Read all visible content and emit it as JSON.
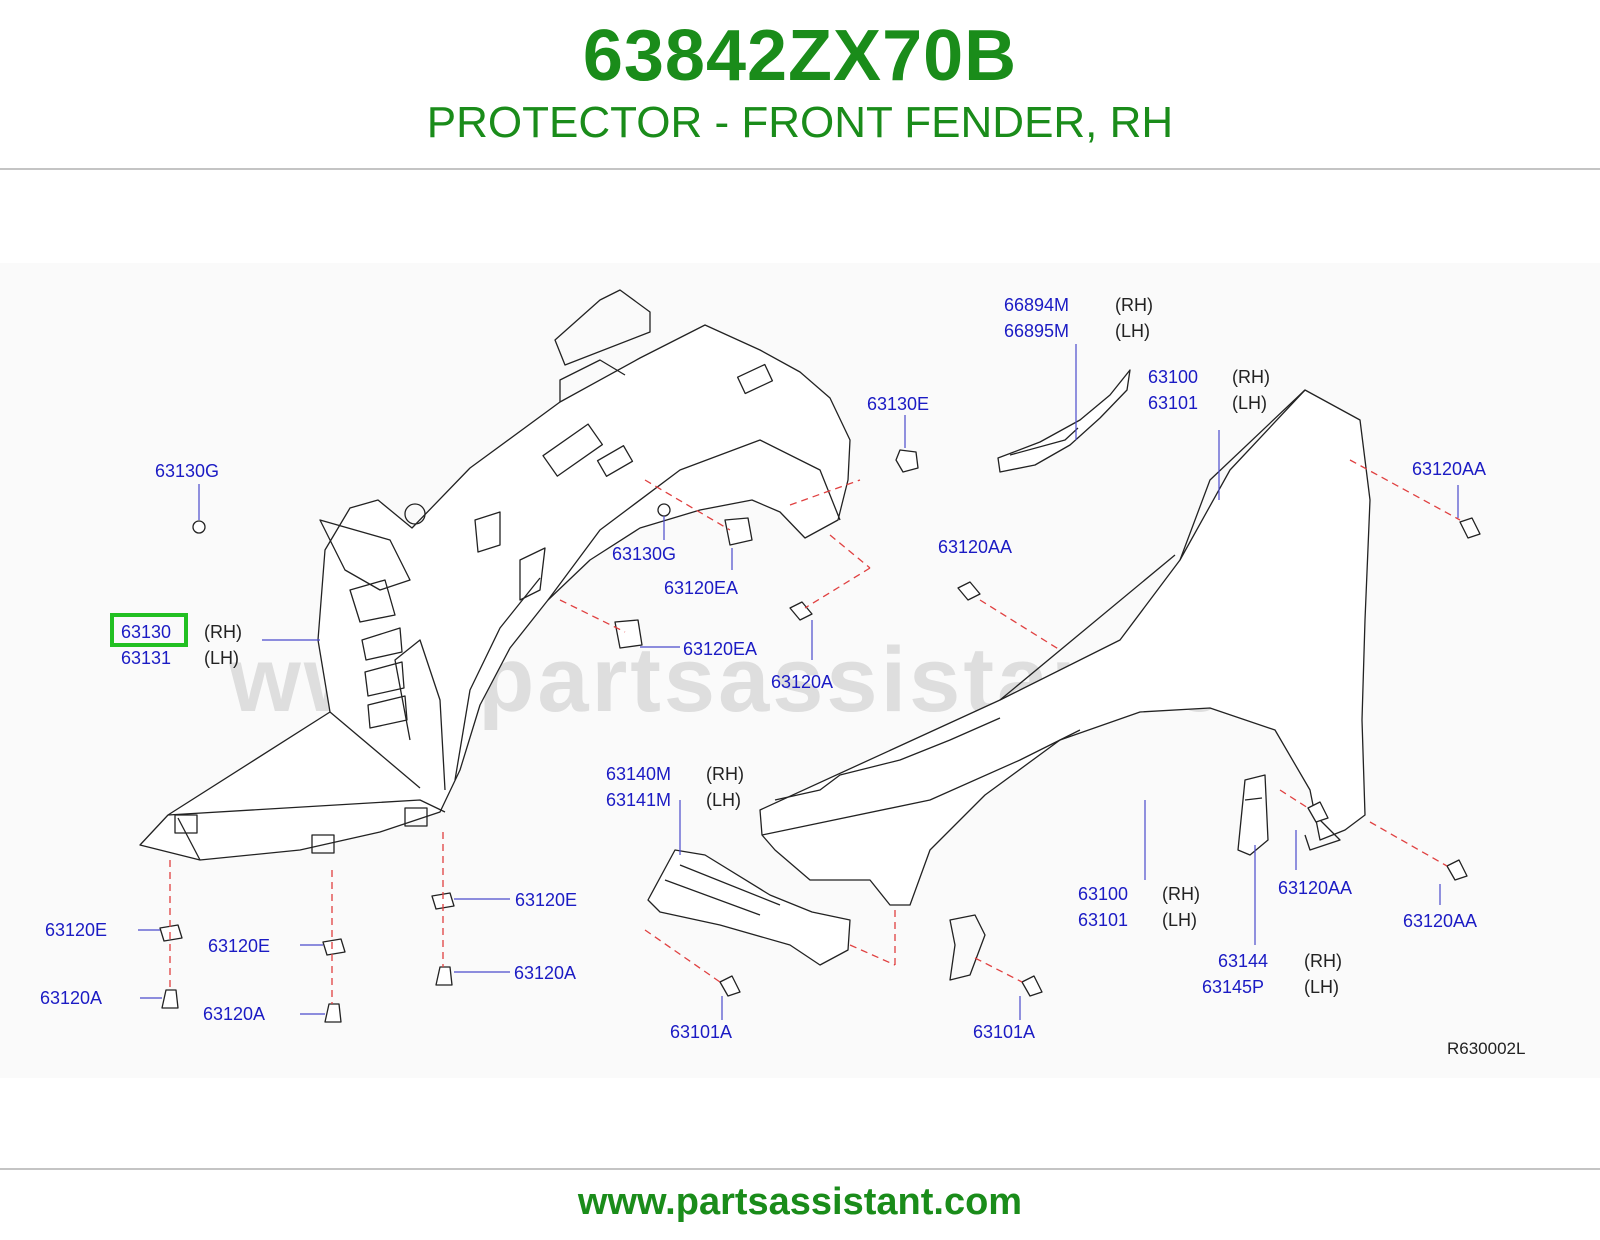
{
  "header": {
    "part_number": "63842ZX70B",
    "part_name": "PROTECTOR - FRONT FENDER, RH"
  },
  "diagram": {
    "watermark": "www.partsassistant.com",
    "reference_code": "R630002L",
    "highlighted_part": "63130",
    "labels": {
      "p66894M": "66894M",
      "p66894M_side": "(RH)",
      "p66895M": "66895M",
      "p66895M_side": "(LH)",
      "p63100_top": "63100",
      "p63100_top_side": "(RH)",
      "p63101_top": "63101",
      "p63101_top_side": "(LH)",
      "p63130E": "63130E",
      "p63130G_left": "63130G",
      "p63130G_mid": "63130G",
      "p63120EA_1": "63120EA",
      "p63120EA_2": "63120EA",
      "p63120AA_1": "63120AA",
      "p63120AA_2": "63120AA",
      "p63120AA_3": "63120AA",
      "p63120AA_4": "63120AA",
      "p63130": "63130",
      "p63130_side": "(RH)",
      "p63131": "63131",
      "p63131_side": "(LH)",
      "p63120A_mid": "63120A",
      "p63140M": "63140M",
      "p63140M_side": "(RH)",
      "p63141M": "63141M",
      "p63141M_side": "(LH)",
      "p63100_bot": "63100",
      "p63100_bot_side": "(RH)",
      "p63101_bot": "63101",
      "p63101_bot_side": "(LH)",
      "p63144": "63144",
      "p63144_side": "(RH)",
      "p63145P": "63145P",
      "p63145P_side": "(LH)",
      "p63120E_1": "63120E",
      "p63120E_2": "63120E",
      "p63120E_3": "63120E",
      "p63120A_1": "63120A",
      "p63120A_2": "63120A",
      "p63120A_3": "63120A",
      "p63101A_1": "63101A",
      "p63101A_2": "63101A"
    }
  },
  "footer": {
    "url": "www.partsassistant.com"
  },
  "colors": {
    "brand_green": "#1a8c1a",
    "label_blue": "#1b1bc4",
    "highlight_green": "#22c022",
    "dashed_red": "#e04040"
  }
}
